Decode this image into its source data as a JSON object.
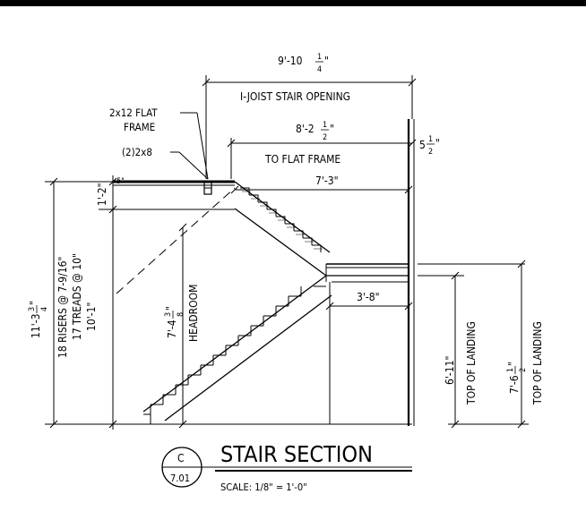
{
  "dimensions": {
    "opening_width": {
      "whole": "9'-10",
      "num": "1",
      "den": "4",
      "unit": "\""
    },
    "opening_label": "I-JOIST STAIR OPENING",
    "flat_frame_width": {
      "whole": "8'-2",
      "num": "1",
      "den": "2",
      "unit": "\""
    },
    "flat_frame_label": "TO FLAT FRAME",
    "wall_offset": {
      "whole": "5",
      "num": "1",
      "den": "2",
      "unit": "\""
    },
    "upper_run": "7'-3\"",
    "landing_depth": "3'-8\"",
    "top_gap": "1'-2\"",
    "total_height": {
      "whole": "11'-3",
      "num": "3",
      "den": "4",
      "unit": "\""
    },
    "risers_note": "18 RISERS @ 7-9/16\"",
    "treads_note": "17 TREADS @ 10\"",
    "floor_to_floor": "10'-1\"",
    "headroom": {
      "whole": "7'-4",
      "num": "3",
      "den": "8",
      "unit": "\""
    },
    "headroom_label": "HEADROOM",
    "landing_height_a": "6'-11\"",
    "landing_height_b": {
      "whole": "7'-6",
      "num": "1",
      "den": "2",
      "unit": "\""
    },
    "top_of_landing": "TOP OF LANDING"
  },
  "callouts": {
    "flat_frame_line1": "2x12 FLAT",
    "flat_frame_line2": "FRAME",
    "double_2x8": "(2)2x8",
    "small_mark": "5\""
  },
  "title_block": {
    "section_letter": "C",
    "sheet_number": "7.01",
    "title": "STAIR SECTION",
    "scale": "SCALE: 1/8\" = 1'-0\""
  }
}
